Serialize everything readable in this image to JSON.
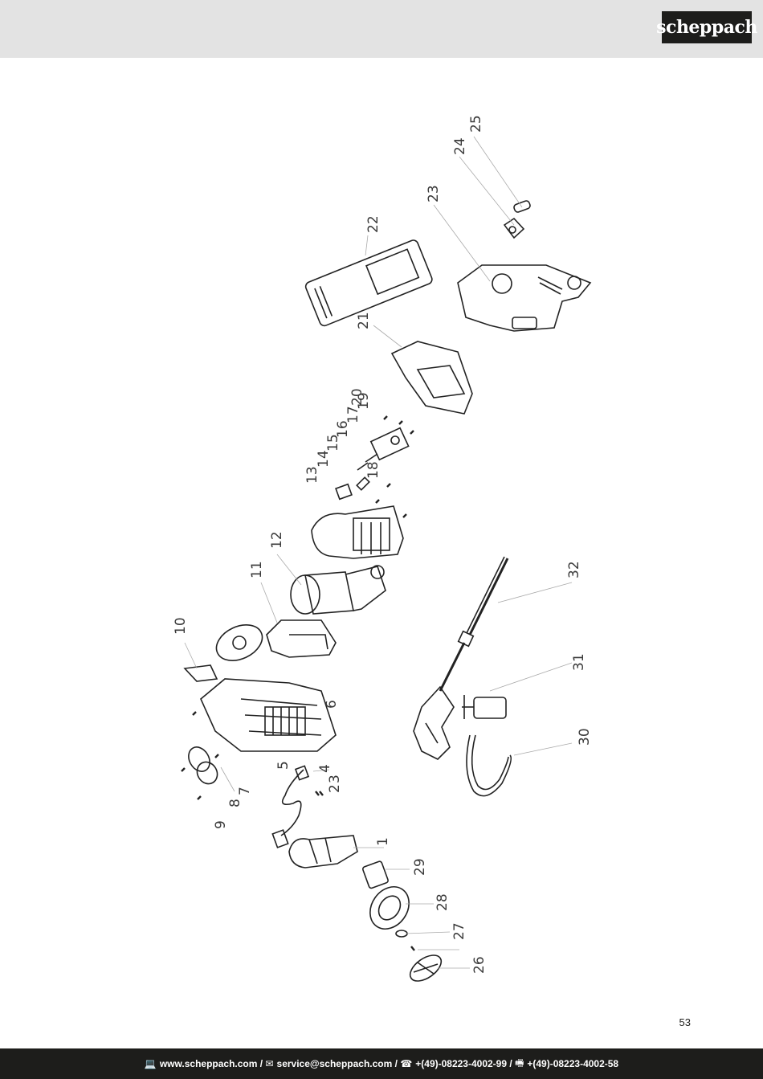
{
  "brand": {
    "logo_text": "scheppach"
  },
  "callouts": [
    "1",
    "2",
    "3",
    "4",
    "5",
    "6",
    "7",
    "8",
    "9",
    "10",
    "11",
    "12",
    "13",
    "14",
    "15",
    "16",
    "17",
    "18",
    "19",
    "20",
    "21",
    "22",
    "23",
    "24",
    "25",
    "26",
    "27",
    "28",
    "29",
    "30",
    "31",
    "32"
  ],
  "page_number": "53",
  "footer": {
    "website": "www.scheppach.com",
    "separator": " / ",
    "email": "service@scheppach.com",
    "phone": "+(49)-08223-4002-99",
    "fax": "+(49)-08223-4002-58"
  },
  "colors": {
    "header_bg": "#e3e3e3",
    "footer_bg": "#1d1d1b",
    "logo_bg": "#1d1d1b"
  },
  "icons": {
    "website": "computer-icon",
    "email": "envelope-icon",
    "phone": "telephone-icon",
    "fax": "fax-icon"
  }
}
